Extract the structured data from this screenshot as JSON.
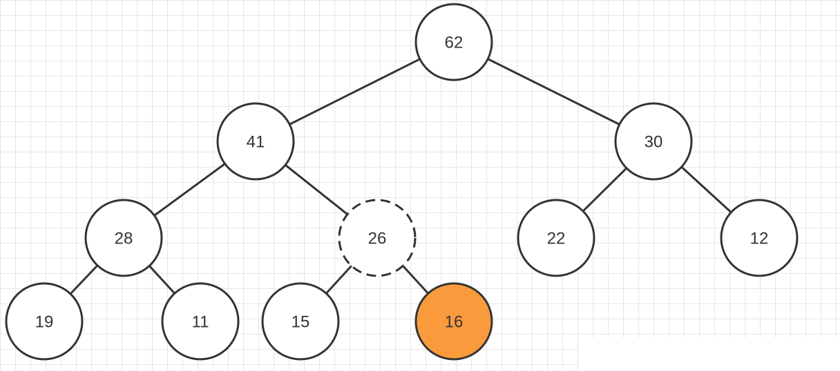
{
  "diagram": {
    "type": "binary-tree",
    "colors": {
      "node_fill": "#ffffff",
      "node_stroke": "#333333",
      "highlight_fill": "#f99b3c",
      "grid": "#e6e6e6"
    },
    "nodes": [
      {
        "id": "n62",
        "label": "62",
        "style": "normal"
      },
      {
        "id": "n41",
        "label": "41",
        "style": "normal"
      },
      {
        "id": "n30",
        "label": "30",
        "style": "normal"
      },
      {
        "id": "n28",
        "label": "28",
        "style": "normal"
      },
      {
        "id": "n26",
        "label": "26",
        "style": "dashed"
      },
      {
        "id": "n22",
        "label": "22",
        "style": "normal"
      },
      {
        "id": "n12",
        "label": "12",
        "style": "normal"
      },
      {
        "id": "n19",
        "label": "19",
        "style": "normal"
      },
      {
        "id": "n11",
        "label": "11",
        "style": "normal"
      },
      {
        "id": "n15",
        "label": "15",
        "style": "normal"
      },
      {
        "id": "n16",
        "label": "16",
        "style": "highlighted"
      }
    ],
    "edges": [
      {
        "from": "n62",
        "to": "n41"
      },
      {
        "from": "n62",
        "to": "n30"
      },
      {
        "from": "n41",
        "to": "n28"
      },
      {
        "from": "n41",
        "to": "n26"
      },
      {
        "from": "n30",
        "to": "n22"
      },
      {
        "from": "n30",
        "to": "n12"
      },
      {
        "from": "n28",
        "to": "n19"
      },
      {
        "from": "n28",
        "to": "n11"
      },
      {
        "from": "n26",
        "to": "n15"
      },
      {
        "from": "n26",
        "to": "n16"
      }
    ]
  }
}
